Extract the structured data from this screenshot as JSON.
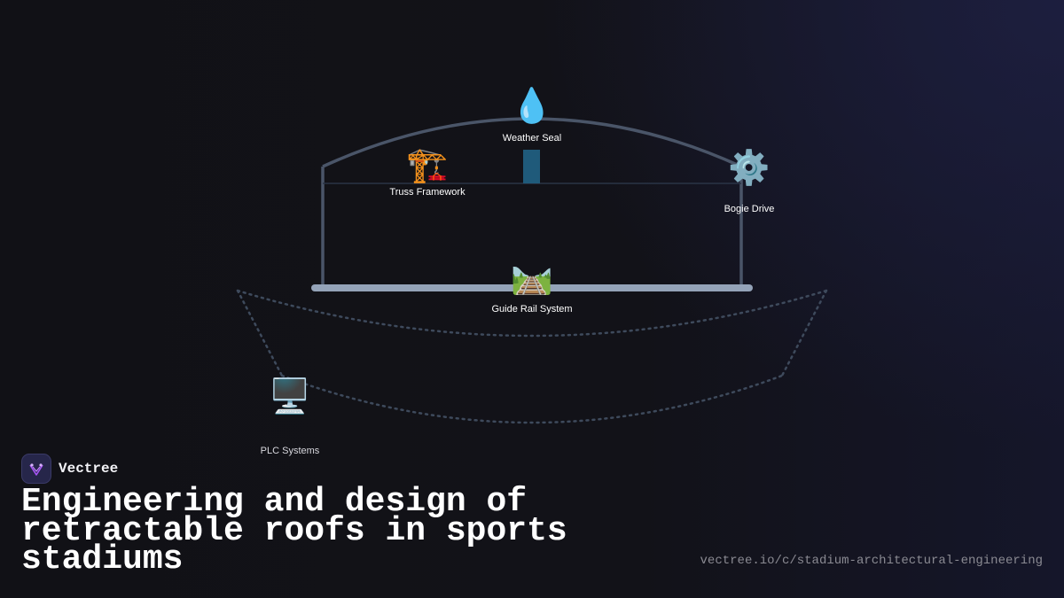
{
  "diagram": {
    "nodes": [
      {
        "id": "weather-seal",
        "label": "Weather Seal",
        "icon": "droplet-icon",
        "glyph": "💧"
      },
      {
        "id": "truss-framework",
        "label": "Truss Framework",
        "icon": "crane-icon",
        "glyph": "🏗️"
      },
      {
        "id": "bogie-drive",
        "label": "Bogie Drive",
        "icon": "gear-icon",
        "glyph": "⚙️"
      },
      {
        "id": "guide-rail-system",
        "label": "Guide Rail System",
        "icon": "railway-track-icon",
        "glyph": "🛤️"
      },
      {
        "id": "plc-systems",
        "label": "PLC Systems",
        "icon": "desktop-computer-icon",
        "glyph": "🖥️"
      }
    ],
    "colors": {
      "structure": "#4a5568",
      "rail": "#94a3b8",
      "panel": "#1f5a7a",
      "dotted": "#3e4a5c"
    }
  },
  "brand": {
    "name": "Vectree",
    "logo_icon": "vectree-logo-icon",
    "logo_bg": "#26264a",
    "logo_accent": "#a855f7"
  },
  "title": "Engineering and design of retractable roofs in sports stadiums",
  "url": "vectree.io/c/stadium-architectural-engineering"
}
